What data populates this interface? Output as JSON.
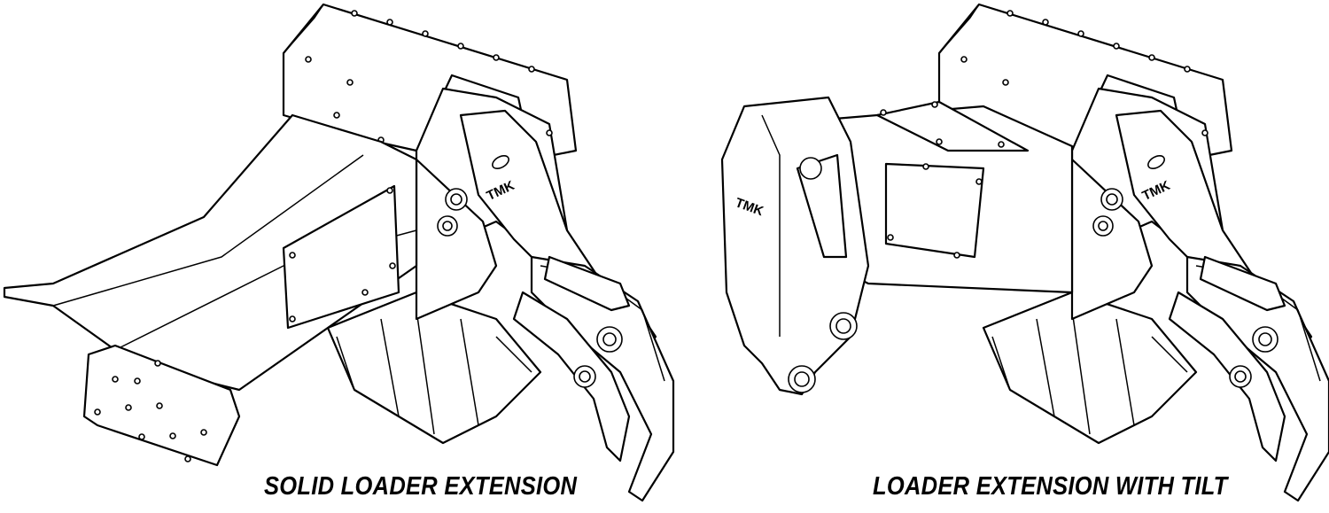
{
  "figures": [
    {
      "caption": "SOLID LOADER EXTENSION",
      "logo": "TMK"
    },
    {
      "caption": "LOADER EXTENSION WITH TILT",
      "logo": "TMK"
    }
  ],
  "colors": {
    "line": "#000000",
    "background": "#ffffff"
  }
}
